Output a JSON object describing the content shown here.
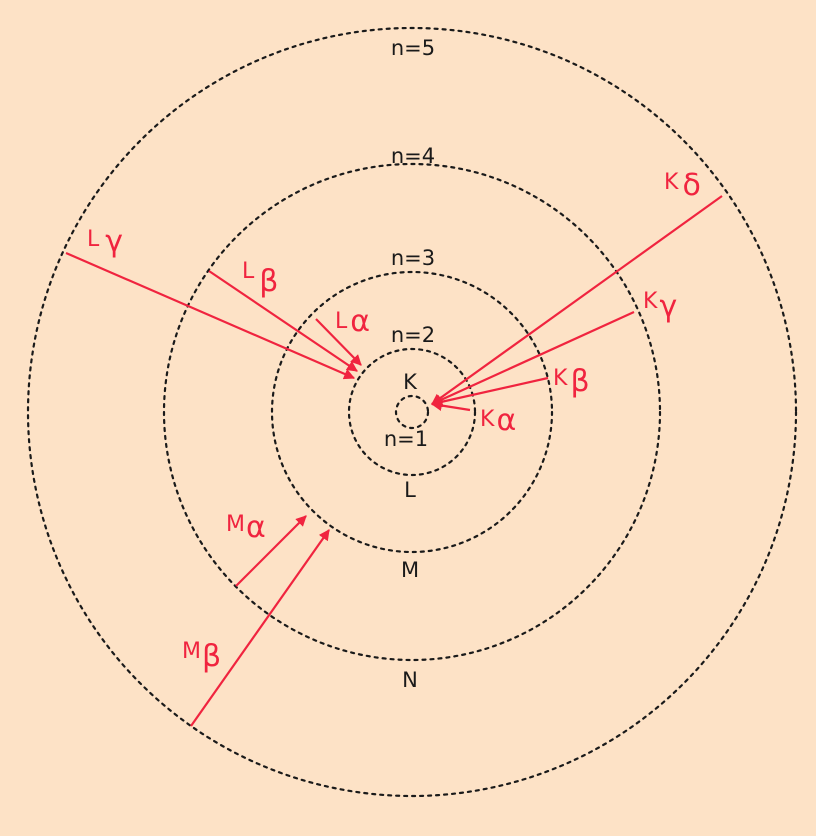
{
  "shells": {
    "n1": "n=1",
    "n2": "n=2",
    "n3": "n=3",
    "n4": "n=4",
    "n5": "n=5"
  },
  "shell_letters": {
    "k": "K",
    "l": "L",
    "m": "M",
    "n": "N"
  },
  "transitions": {
    "k_alpha": {
      "letter": "K",
      "greek": "α"
    },
    "k_beta": {
      "letter": "K",
      "greek": "β"
    },
    "k_gamma": {
      "letter": "K",
      "greek": "γ"
    },
    "k_delta": {
      "letter": "K",
      "greek": "δ"
    },
    "l_alpha": {
      "letter": "L",
      "greek": "α"
    },
    "l_beta": {
      "letter": "L",
      "greek": "β"
    },
    "l_gamma": {
      "letter": "L",
      "greek": "γ"
    },
    "m_alpha": {
      "letter": "M",
      "greek": "α"
    },
    "m_beta": {
      "letter": "M",
      "greek": "β"
    }
  },
  "colors": {
    "background": "#fde2c6",
    "transition": "#f0243f",
    "shell": "#1a1a1a"
  }
}
